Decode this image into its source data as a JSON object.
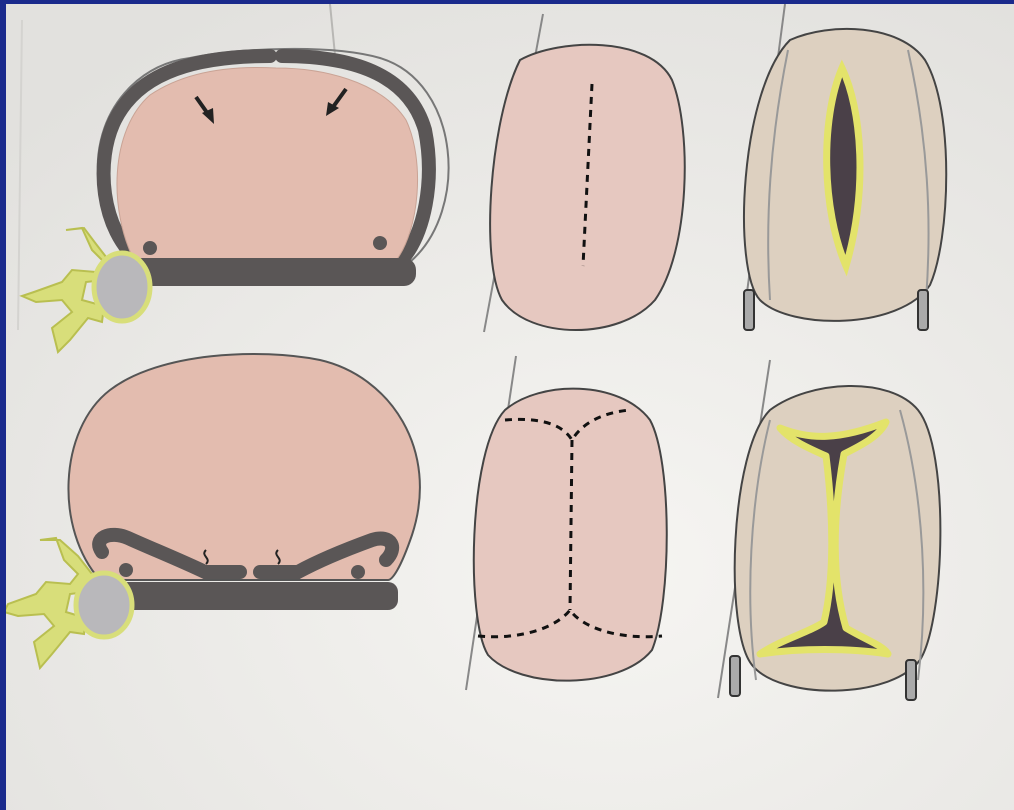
{
  "figure": {
    "panels": [
      {
        "id": "top-cross-section",
        "icon": "abdominal-wall-cross-section-normal"
      },
      {
        "id": "top-skin-outline",
        "icon": "abdomen-outline-vertical-incision"
      },
      {
        "id": "top-open-wound",
        "icon": "abdomen-open-vertical-wound"
      },
      {
        "id": "bottom-cross-section",
        "icon": "abdominal-wall-cross-section-repaired"
      },
      {
        "id": "bottom-skin-outline",
        "icon": "abdomen-outline-h-incision"
      },
      {
        "id": "bottom-open-wound",
        "icon": "abdomen-open-h-wound"
      }
    ]
  },
  "colors": {
    "frame_border": "#1a2a8c",
    "paper": "#ecebe8",
    "abdomen_fill": "#e3bcaf",
    "wall_dark": "#5a5656",
    "vertebra_yellow": "#d8de7a",
    "vertebra_body": "#b9b8bb",
    "wound_fill": "#4a4048",
    "wound_edge": "#e3e36a",
    "tan_fill": "#ddd0c0",
    "line_dark": "#333333"
  }
}
